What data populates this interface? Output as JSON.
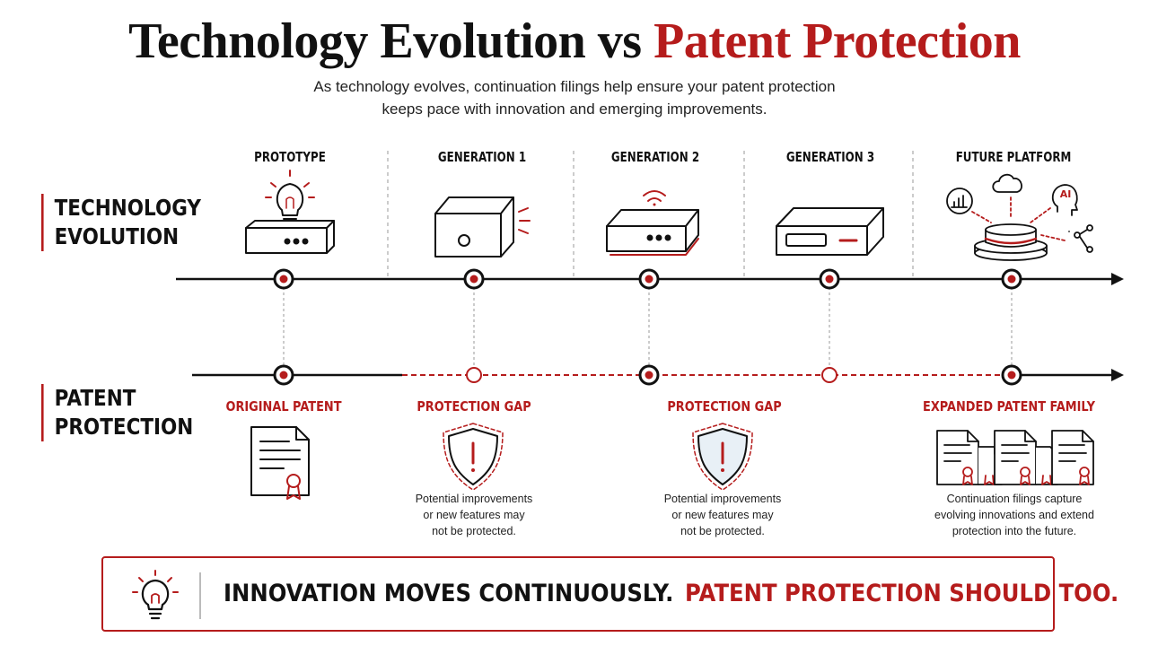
{
  "title": {
    "part1": "Technology Evolution vs",
    "part2": "Patent Protection"
  },
  "subtitle": {
    "line1": "As technology evolves, continuation filings help ensure your patent protection",
    "line2": "keeps pace with innovation and emerging improvements."
  },
  "rows": {
    "technology": [
      "TECHNOLOGY",
      "EVOLUTION"
    ],
    "patent": [
      "PATENT",
      "PROTECTION"
    ]
  },
  "stages": [
    "PROTOTYPE",
    "GENERATION 1",
    "GENERATION 2",
    "GENERATION 3",
    "FUTURE PLATFORM"
  ],
  "patent_items": [
    {
      "label": "ORIGINAL PATENT",
      "note": []
    },
    {
      "label": "PROTECTION GAP",
      "note": [
        "Potential improvements",
        "or new features may",
        "not be protected."
      ]
    },
    {
      "label": "PROTECTION GAP",
      "note": [
        "Potential improvements",
        "or new features may",
        "not be protected."
      ]
    },
    {
      "label": "EXPANDED PATENT FAMILY",
      "note": [
        "Continuation filings capture",
        "evolving innovations and extend",
        "protection into the future."
      ]
    }
  ],
  "future_platform_badge": "AI",
  "banner": {
    "part1": "INNOVATION MOVES CONTINUOUSLY.",
    "part2": "PATENT PROTECTION SHOULD TOO."
  },
  "colors": {
    "accent": "#b51c1c",
    "ink": "#111111",
    "muted": "#8a8a8a"
  }
}
